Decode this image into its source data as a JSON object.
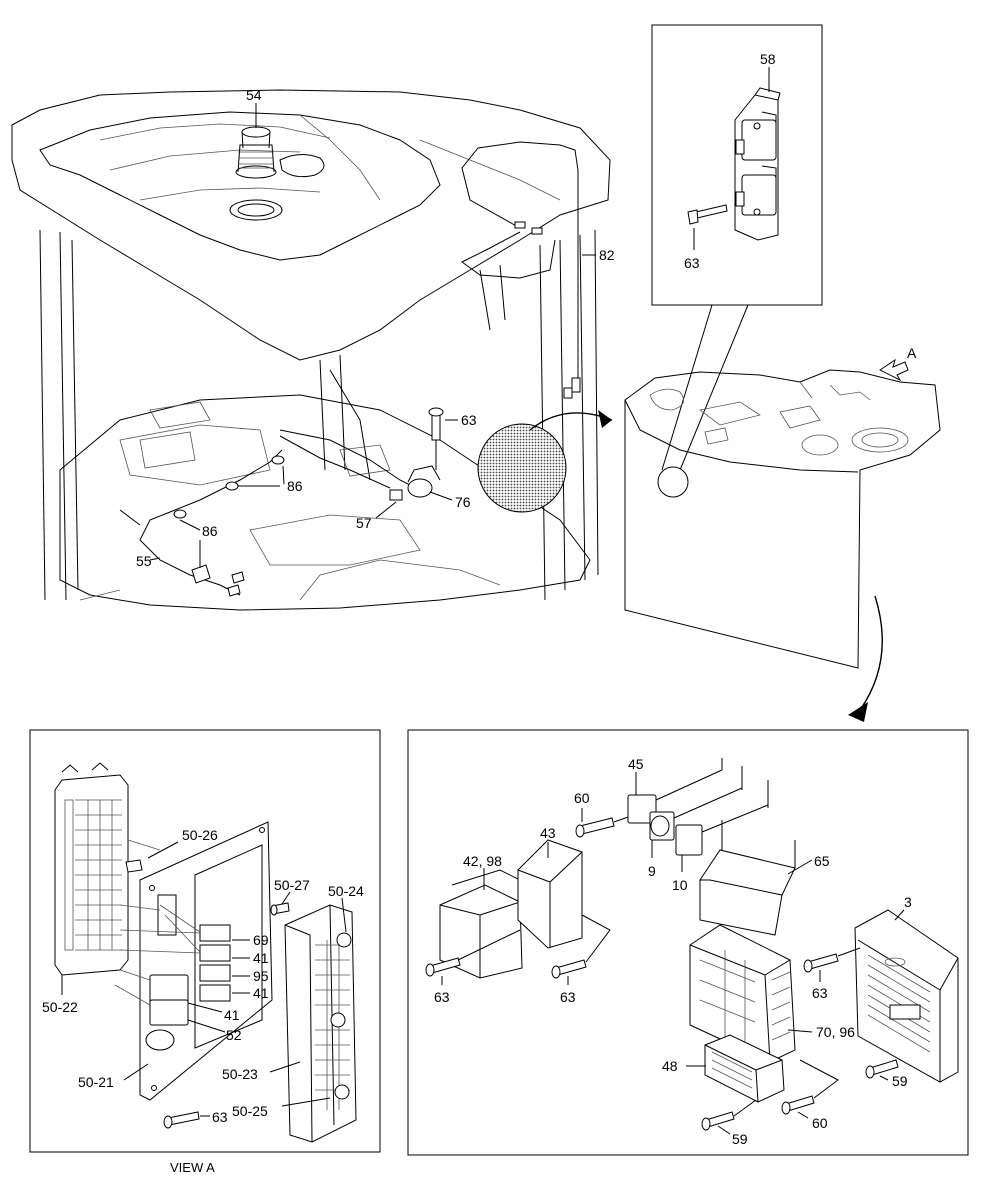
{
  "labels": {
    "p54": "54",
    "p58": "58",
    "p63_detail": "63",
    "p82": "82",
    "p63_floor": "63",
    "p86_a": "86",
    "p86_b": "86",
    "p76": "76",
    "p57": "57",
    "p55": "55",
    "arrow_a": "A",
    "p50_26": "50-26",
    "p50_27": "50-27",
    "p50_24": "50-24",
    "p69": "69",
    "p41_a": "41",
    "p95": "95",
    "p41_b": "41",
    "p41_c": "41",
    "p52": "52",
    "p50_22": "50-22",
    "p50_21": "50-21",
    "p50_23": "50-23",
    "p63_view": "63",
    "p50_25": "50-25",
    "p45": "45",
    "p60_top": "60",
    "p43": "43",
    "p42_98": "42, 98",
    "p9": "9",
    "p10": "10",
    "p65": "65",
    "p3": "3",
    "p63_r1": "63",
    "p63_r2": "63",
    "p63_r3": "63",
    "p70_96": "70, 96",
    "p48": "48",
    "p59_a": "59",
    "p59_b": "59",
    "p60_bottom": "60"
  },
  "captions": {
    "view_a": "VIEW A"
  }
}
